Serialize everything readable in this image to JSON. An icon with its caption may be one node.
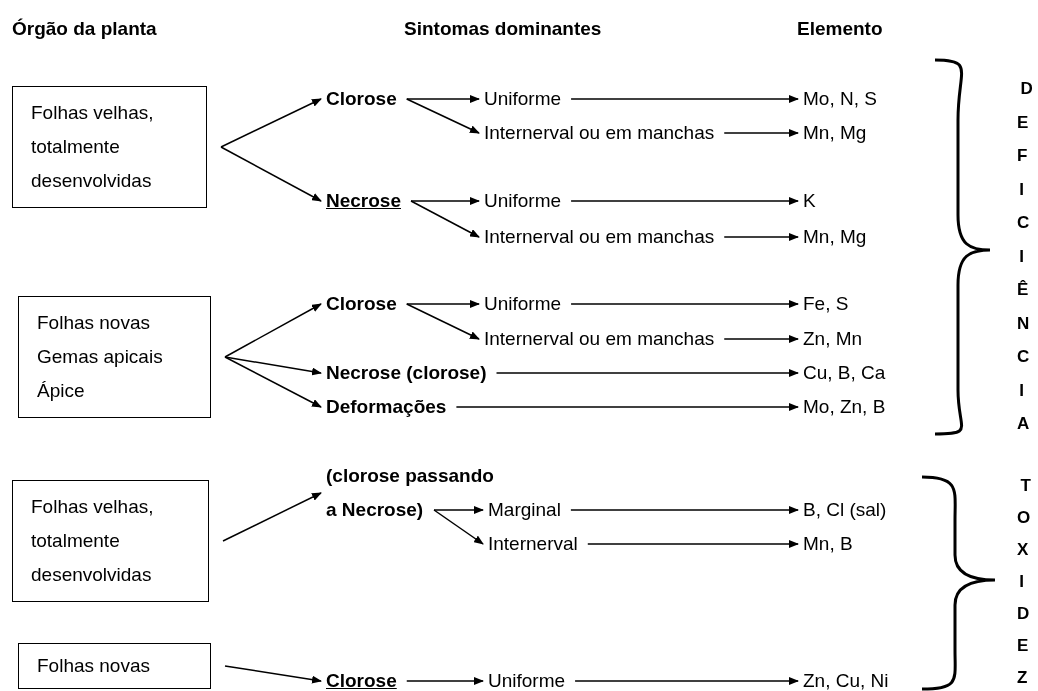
{
  "diagram": {
    "nodes": [
      {
        "text": [
          "Folhas velhas, totalmente desenvolvidas"
        ]
      },
      {
        "text": [
          "Clorose"
        ]
      },
      {
        "text": [
          "Uniforme"
        ]
      },
      {
        "text": [
          "Mo, N, S"
        ]
      },
      {
        "text": [
          "Internerval ou em manchas"
        ]
      },
      {
        "text": [
          "Mn, Mg"
        ]
      },
      {
        "text": [
          "Necrose"
        ]
      },
      {
        "text": [
          "Uniforme"
        ]
      },
      {
        "text": [
          "K"
        ]
      },
      {
        "text": [
          "Internerval ou em manchas"
        ]
      },
      {
        "text": [
          "Mn, Mg"
        ]
      },
      {
        "text": [
          "Folhas novas",
          "Gemas apicais",
          "Ápice"
        ]
      },
      {
        "text": [
          "Clorose"
        ]
      },
      {
        "text": [
          "Uniforme"
        ]
      },
      {
        "text": [
          "Fe, S"
        ]
      },
      {
        "text": [
          "Internerval ou em manchas"
        ]
      },
      {
        "text": [
          "Zn, Mn"
        ]
      },
      {
        "text": [
          "Necrose (clorose)"
        ]
      },
      {
        "text": [
          "Cu, B, Ca"
        ]
      },
      {
        "text": [
          "Deformações"
        ]
      },
      {
        "text": [
          "Mo, Zn, B"
        ]
      },
      {
        "text": [
          "Folhas velhas, totalmente desenvolvidas"
        ]
      },
      {
        "text": [
          "(clorose passando a Necrose)"
        ]
      },
      {
        "text": [
          "Marginal"
        ]
      },
      {
        "text": [
          "B, Cl (sal)"
        ]
      },
      {
        "text": [
          "Internerval"
        ]
      },
      {
        "text": [
          "Mn, B"
        ]
      },
      {
        "text": [
          "Folhas novas"
        ]
      },
      {
        "text": [
          "Clorose"
        ]
      },
      {
        "text": [
          "Uniforme"
        ]
      },
      {
        "text": [
          "Zn, Cu, Ni"
        ]
      }
    ],
    "edges": [
      {
        "from": 0,
        "to": 1,
        "arrow": "to"
      },
      {
        "from": 0,
        "to": 6,
        "arrow": "to"
      },
      {
        "from": 1,
        "to": 2,
        "arrow": "to"
      },
      {
        "from": 1,
        "to": 4,
        "arrow": "to"
      },
      {
        "from": 2,
        "to": 3,
        "arrow": "to"
      },
      {
        "from": 4,
        "to": 5,
        "arrow": "to"
      },
      {
        "from": 6,
        "to": 7,
        "arrow": "to"
      },
      {
        "from": 6,
        "to": 9,
        "arrow": "to"
      },
      {
        "from": 7,
        "to": 8,
        "arrow": "to"
      },
      {
        "from": 9,
        "to": 10,
        "arrow": "to"
      },
      {
        "from": 11,
        "to": 12,
        "arrow": "to"
      },
      {
        "from": 12,
        "to": 13,
        "arrow": "to"
      },
      {
        "from": 12,
        "to": 15,
        "arrow": "to"
      },
      {
        "from": 13,
        "to": 14,
        "arrow": "to"
      },
      {
        "from": 15,
        "to": 16,
        "arrow": "to"
      },
      {
        "from": 11,
        "to": 17,
        "arrow": "to"
      },
      {
        "from": 17,
        "to": 18,
        "arrow": "to"
      },
      {
        "from": 11,
        "to": 19,
        "arrow": "to"
      },
      {
        "from": 19,
        "to": 20,
        "arrow": "to"
      },
      {
        "from": 21,
        "to": 22,
        "arrow": "to"
      },
      {
        "from": 22,
        "to": 23,
        "arrow": "to"
      },
      {
        "from": 22,
        "to": 25,
        "arrow": "to"
      },
      {
        "from": 23,
        "to": 24,
        "arrow": "to"
      },
      {
        "from": 25,
        "to": 26,
        "arrow": "to"
      },
      {
        "from": 27,
        "to": 28,
        "arrow": "to"
      },
      {
        "from": 28,
        "to": 29,
        "arrow": "to"
      },
      {
        "from": 29,
        "to": 30,
        "arrow": "to"
      }
    ],
    "labels": [
      "Órgão da planta",
      "Sintomas dominantes",
      "Elemento",
      "DEFICIÊNCIA",
      "TOXIDEZ"
    ]
  }
}
